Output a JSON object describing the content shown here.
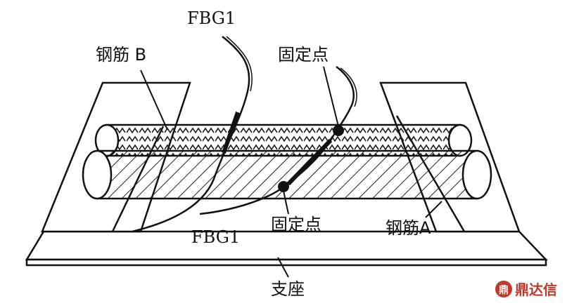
{
  "labels": {
    "fbg_top": "FBG1",
    "rebar_b": "钢筋 B",
    "fixed_point_top": "固定点",
    "fixed_point_bottom": "固定点",
    "fbg_bottom": "FBG1",
    "rebar_a": "钢筋A",
    "support": "支座"
  },
  "watermark": {
    "text": "鼎达信",
    "color": "#c0392b"
  }
}
